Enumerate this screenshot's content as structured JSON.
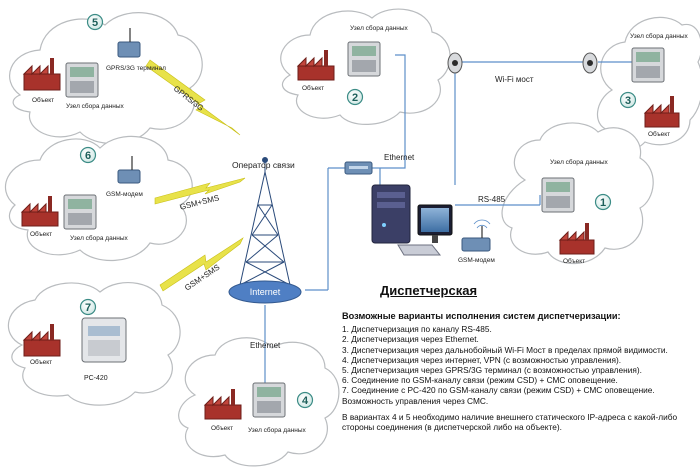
{
  "title": "Диспетчерская",
  "operator_label": "Оператор связи",
  "internet_label": "Internet",
  "links": {
    "gprs": "GPRS/3G",
    "gsm1": "GSM+SMS",
    "gsm2": "GSM+SMS",
    "ethernet_top": "Ethernet",
    "ethernet_bottom": "Ethernet",
    "wifi": "Wi-Fi мост",
    "rs485": "RS-485"
  },
  "sites": [
    {
      "num": "5",
      "object": "Объект",
      "node": "Узел сбора данных",
      "device": "GPRS/3G терминал"
    },
    {
      "num": "6",
      "object": "Объект",
      "node": "Узел сбора данных",
      "device": "GSM-модем"
    },
    {
      "num": "7",
      "object": "Объект",
      "device": "РС-420"
    },
    {
      "num": "2",
      "object": "Объект",
      "node": "Узел сбора данных"
    },
    {
      "num": "3",
      "object": "Объект",
      "node": "Узел сбора данных"
    },
    {
      "num": "1",
      "object": "Объект",
      "node": "Узел сбора данных"
    },
    {
      "num": "4",
      "object": "Объект",
      "node": "Узел сбора данных"
    }
  ],
  "dispatch_modem": "GSM-модем",
  "info": {
    "heading": "Возможные варианты исполнения систем диспетчеризации:",
    "items": [
      "1. Диспетчеризация по каналу RS-485.",
      "2. Диспетчеризация через Ethernet.",
      "3. Диспетчеризация через дальнобойный Wi-Fi Мост в пределах прямой видимости.",
      "4. Диспетчеризация через интернет, VPN (с возможностью управления).",
      "5. Диспетчеризация через GPRS/3G терминал (с возможностью управления).",
      "6. Соединение по GSM-каналу связи (режим CSD) + СМС оповещение.",
      "7. Соединение с PC-420 по GSM-каналу связи (режим CSD) + СМС оповещение. Возможность управления через СМС."
    ],
    "note": "В вариантах 4 и 5 необходимо наличие внешнего статического IP-адреса с какой-либо стороны соединения (в диспетчерской либо на объекте)."
  },
  "colors": {
    "cloud_stroke": "#b9bcbf",
    "line": "#5d8fc9",
    "zigzag": "#e8e24a",
    "number_ring": "#3c8c86",
    "factory": "#a8322b",
    "internet": "#4f7fc4"
  }
}
